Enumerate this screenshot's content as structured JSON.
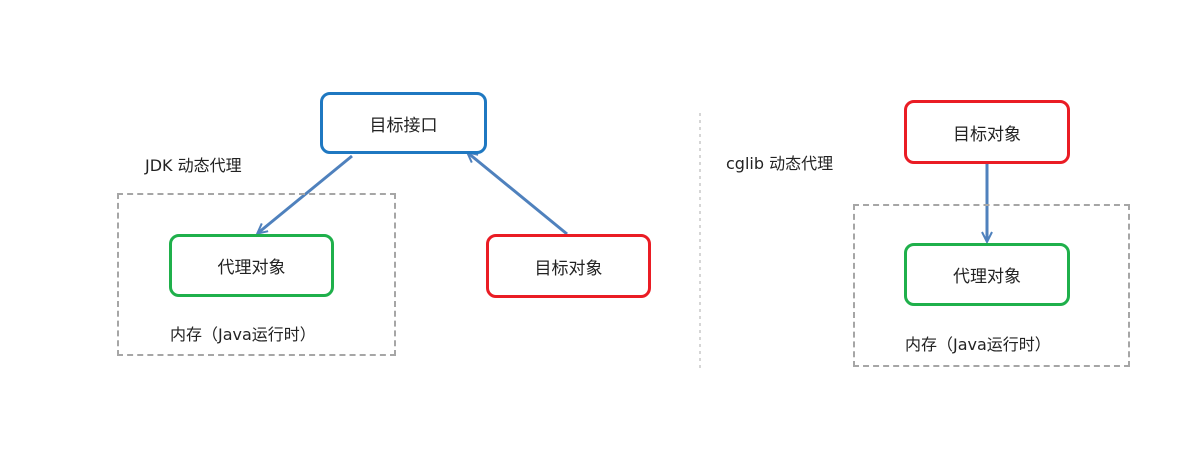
{
  "colors": {
    "interface": "#1f78c1",
    "target": "#ea1c24",
    "proxy": "#1fb04b",
    "arrow": "#4f81bd",
    "dashed": "#a6a6a6"
  },
  "jdk": {
    "title": "JDK 动态代理",
    "interface_box": "目标接口",
    "proxy_box": "代理对象",
    "target_box": "目标对象",
    "memory_label": "内存（Java运行时）"
  },
  "cglib": {
    "title": "cglib 动态代理",
    "target_box": "目标对象",
    "proxy_box": "代理对象",
    "memory_label": "内存（Java运行时）"
  }
}
